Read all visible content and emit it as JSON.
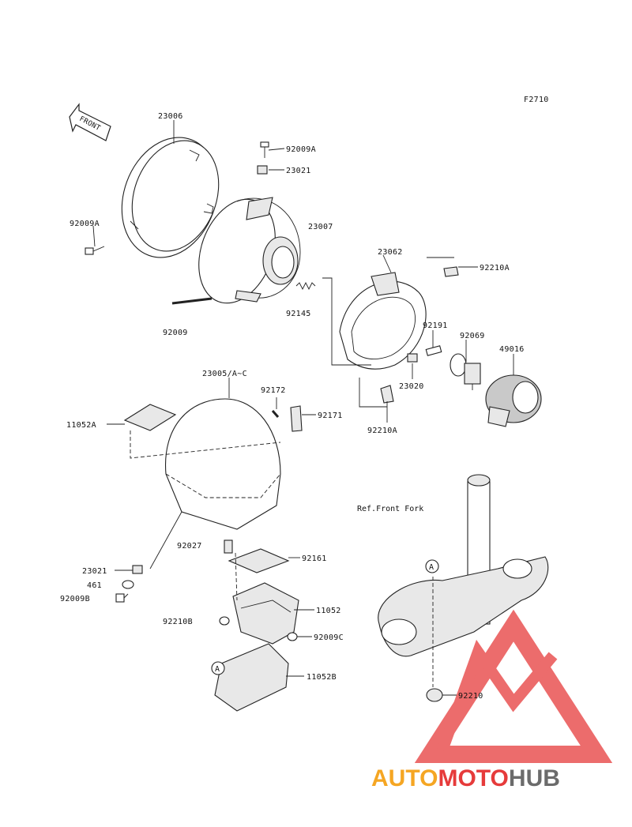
{
  "figure_code": "F2710",
  "front_arrow_label": "FRONT",
  "ref_note": "Ref.Front Fork",
  "callouts": {
    "p23006": "23006",
    "p92009A_top": "92009A",
    "p23021_top": "23021",
    "p92009A_left": "92009A",
    "p23007": "23007",
    "p23062": "23062",
    "p92210A_top": "92210A",
    "p92009": "92009",
    "p92145": "92145",
    "p92191": "92191",
    "p92069": "92069",
    "p49016": "49016",
    "p23020": "23020",
    "p23005": "23005/A~C",
    "p92172": "92172",
    "p92171": "92171",
    "p92210A_bot": "92210A",
    "p11052A": "11052A",
    "p92027": "92027",
    "p92161": "92161",
    "p23021_bot": "23021",
    "p461": "461",
    "p92009B": "92009B",
    "p11052": "11052",
    "p92210B": "92210B",
    "p92009C": "92009C",
    "p11052B": "11052B",
    "p92210": "92210",
    "markA_left": "A",
    "markA_right": "A"
  },
  "watermark": {
    "part1": "AUTO",
    "part2": "MOTO",
    "part3": "HUB",
    "color_orange": "#f5a623",
    "color_red": "#e63b3b",
    "color_gray": "#6b6b6b"
  }
}
